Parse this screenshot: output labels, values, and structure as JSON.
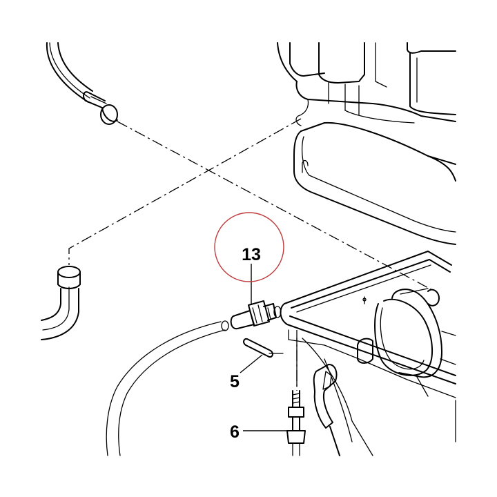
{
  "diagram": {
    "callouts": [
      {
        "id": "13",
        "label": "13",
        "highlighted": true
      },
      {
        "id": "5",
        "label": "5",
        "highlighted": false
      },
      {
        "id": "6",
        "label": "6",
        "highlighted": false
      }
    ],
    "highlight_color": "#c0393b",
    "line_color": "#000000",
    "background": "#ffffff"
  }
}
